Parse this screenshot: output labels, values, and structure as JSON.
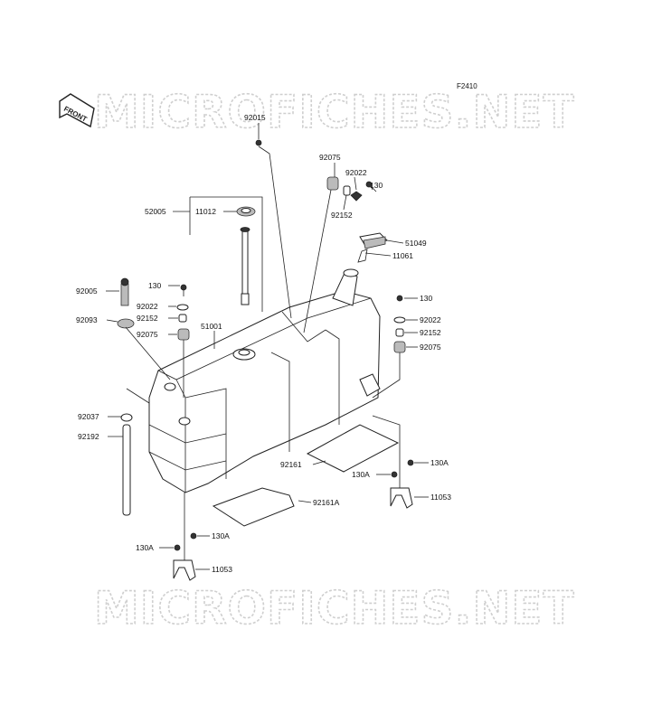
{
  "diagram_code": "F2410",
  "watermark_text": "MICROFICHES.NET",
  "front_label": "FRONT",
  "parts": [
    {
      "label": "92015"
    },
    {
      "label": "92075"
    },
    {
      "label": "92022"
    },
    {
      "label": "130"
    },
    {
      "label": "92152"
    },
    {
      "label": "52005"
    },
    {
      "label": "11012"
    },
    {
      "label": "51049"
    },
    {
      "label": "11061"
    },
    {
      "label": "92005"
    },
    {
      "label": "130"
    },
    {
      "label": "92022"
    },
    {
      "label": "92093"
    },
    {
      "label": "92152"
    },
    {
      "label": "51001"
    },
    {
      "label": "92075"
    },
    {
      "label": "130"
    },
    {
      "label": "92022"
    },
    {
      "label": "92152"
    },
    {
      "label": "92075"
    },
    {
      "label": "92037"
    },
    {
      "label": "92192"
    },
    {
      "label": "92161"
    },
    {
      "label": "130A"
    },
    {
      "label": "130A"
    },
    {
      "label": "11053"
    },
    {
      "label": "92161A"
    },
    {
      "label": "130A"
    },
    {
      "label": "130A"
    },
    {
      "label": "11053"
    }
  ]
}
